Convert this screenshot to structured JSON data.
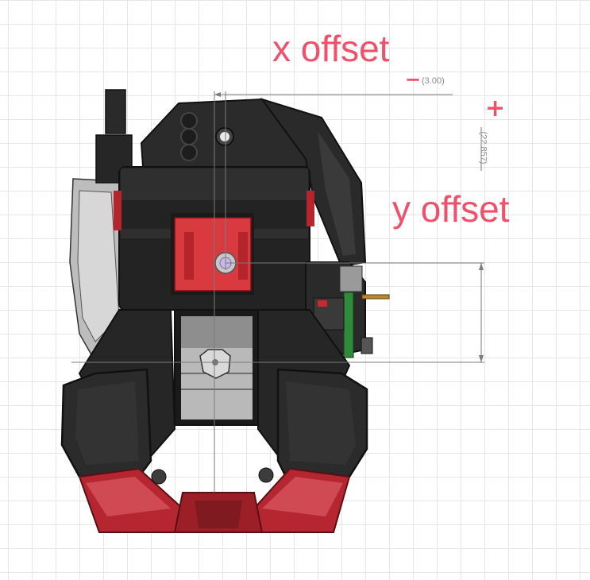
{
  "annotations": {
    "x_label": "x offset",
    "y_label": "y offset",
    "x_sign": "−",
    "y_sign": "+"
  },
  "dimensions": {
    "x_value": "(3.00)",
    "y_value": "(22.857)"
  },
  "colors": {
    "annotation": "#f0506a",
    "body_dark": "#2f2f2f",
    "body_black": "#1c1c1c",
    "accent_red": "#c8242e",
    "grid": "#e6e6e6",
    "pcb_green": "#2f8a3a"
  }
}
